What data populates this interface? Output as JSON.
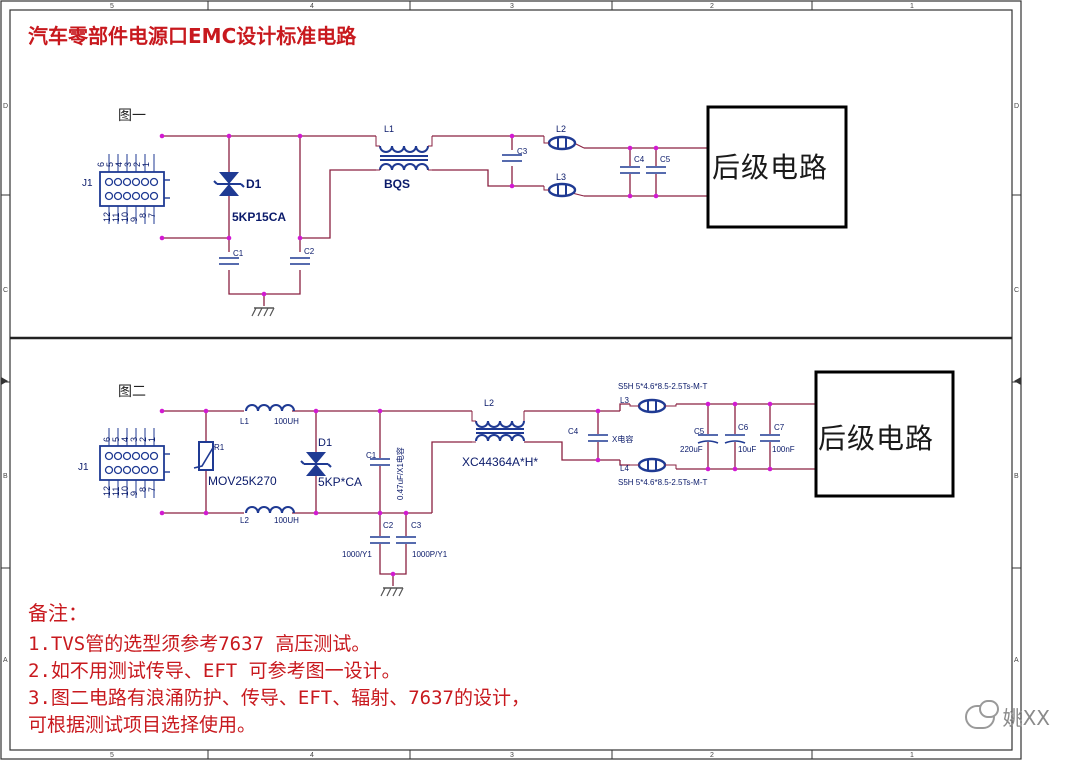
{
  "title": "汽车零部件电源口EMC设计标准电路",
  "frame": {
    "col_labels": [
      "5",
      "4",
      "3",
      "2",
      "1"
    ],
    "row_labels": [
      "D",
      "C",
      "B",
      "A"
    ]
  },
  "fig1": {
    "label": "图一",
    "connector": "J1",
    "pins_top": [
      "6",
      "5",
      "4",
      "3",
      "2",
      "1"
    ],
    "pins_bottom": [
      "12",
      "11",
      "10",
      "9",
      "8",
      "7"
    ],
    "d1": "D1",
    "d1_value": "5KP15CA",
    "c1": "C1",
    "c2": "C2",
    "l1": "L1",
    "l1_value": "BQS",
    "c3": "C3",
    "l2": "L2",
    "l3": "L3",
    "c4": "C4",
    "c5": "C5",
    "box": "后级电路"
  },
  "fig2": {
    "label": "图二",
    "connector": "J1",
    "pins_top": [
      "6",
      "5",
      "4",
      "3",
      "2",
      "1"
    ],
    "pins_bottom": [
      "12",
      "11",
      "10",
      "9",
      "8",
      "7"
    ],
    "r1": "R1",
    "r1_value": "MOV25K270",
    "l1": "L1",
    "l1_value": "100UH",
    "l2b": "L2",
    "l2b_value": "100UH",
    "d1": "D1",
    "d1_value": "5KP*CA",
    "c1": "C1",
    "c1_value": "0.47uF/X1电容",
    "c2": "C2",
    "c2_value": "1000/Y1",
    "c3": "C3",
    "c3_value": "1000P/Y1",
    "l2": "L2",
    "l2_value": "XC44364A*H*",
    "c4": "C4",
    "c4_value": "X电容",
    "l3": "L3",
    "l3_value": "S5H 5*4.6*8.5-2.5Ts-M-T",
    "l4": "L4",
    "l4_value": "S5H 5*4.6*8.5-2.5Ts-M-T",
    "c5": "C5",
    "c5_value": "220uF",
    "c6": "C6",
    "c6_value": "10uF",
    "c7": "C7",
    "c7_value": "100nF",
    "box": "后级电路"
  },
  "notes": {
    "heading": "备注：",
    "items": [
      "1.TVS管的选型须参考7637 高压测试。",
      "2.如不用测试传导、EFT 可参考图一设计。",
      "3.图二电路有浪涌防护、传导、EFT、辐射、7637的设计，",
      "可根据测试项目选择使用。"
    ]
  },
  "watermark": "姚XX",
  "colors": {
    "wire": "#8a2040",
    "node": "#d21ad2",
    "part": "#1f3a93",
    "text": "#0a1a6a",
    "note": "#c8191e"
  }
}
